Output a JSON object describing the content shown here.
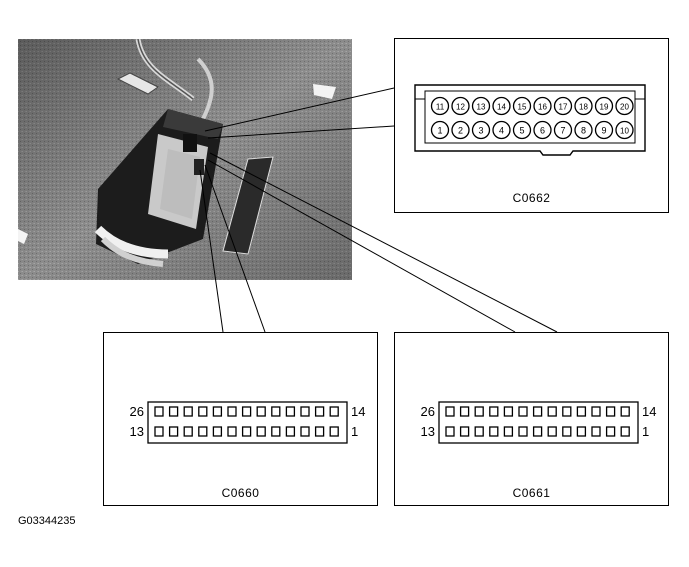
{
  "connectors": {
    "c0662": {
      "label": "C0662",
      "top_pins": [
        "11",
        "12",
        "13",
        "14",
        "15",
        "16",
        "17",
        "18",
        "19",
        "20"
      ],
      "bottom_pins": [
        "1",
        "2",
        "3",
        "4",
        "5",
        "6",
        "7",
        "8",
        "9",
        "10"
      ]
    },
    "c0660": {
      "label": "C0660",
      "top_left": "26",
      "top_right": "14",
      "bottom_left": "13",
      "bottom_right": "1",
      "cavities_per_row": 13
    },
    "c0661": {
      "label": "C0661",
      "top_left": "26",
      "top_right": "14",
      "bottom_left": "13",
      "bottom_right": "1",
      "cavities_per_row": 13
    }
  },
  "document_id": "G03344235"
}
